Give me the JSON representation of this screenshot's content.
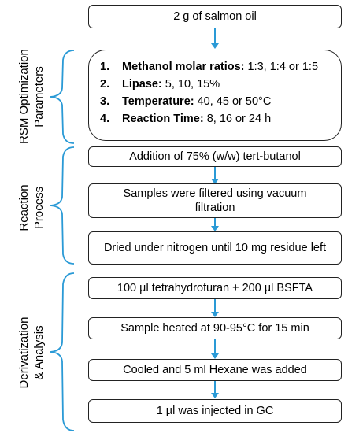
{
  "steps": {
    "oil": "2 g of salmon oil",
    "tbutanol": "Addition of 75% (w/w) tert-butanol",
    "filtered": "Samples were filtered using vacuum filtration",
    "dried": "Dried under nitrogen until 10 mg residue left",
    "thf": "100 µl tetrahydrofuran + 200 µl BSFTA",
    "heated": "Sample heated at 90-95°C for 15 min",
    "cooled": "Cooled and 5 ml Hexane was added",
    "injected": "1 µl was injected in GC"
  },
  "parameters": [
    {
      "num": "1.",
      "name": "Methanol molar ratios:",
      "value": " 1:3, 1:4 or 1:5"
    },
    {
      "num": "2.",
      "name": "Lipase:",
      "value": " 5, 10, 15%"
    },
    {
      "num": "3.",
      "name": "Temperature:",
      "value": " 40, 45 or 50°C"
    },
    {
      "num": "4.",
      "name": "Reaction Time:",
      "value": " 8, 16 or 24 h"
    }
  ],
  "sections": {
    "rsm_line1": "RSM Optimization",
    "rsm_line2": "Parameters",
    "reaction_line1": "Reaction",
    "reaction_line2": "Process",
    "deriv_line1": "Derivatization",
    "deriv_line2": "& Analysis"
  },
  "colors": {
    "arrow": "#2a9ad6",
    "brace": "#2a9ad6",
    "border": "#222222"
  }
}
